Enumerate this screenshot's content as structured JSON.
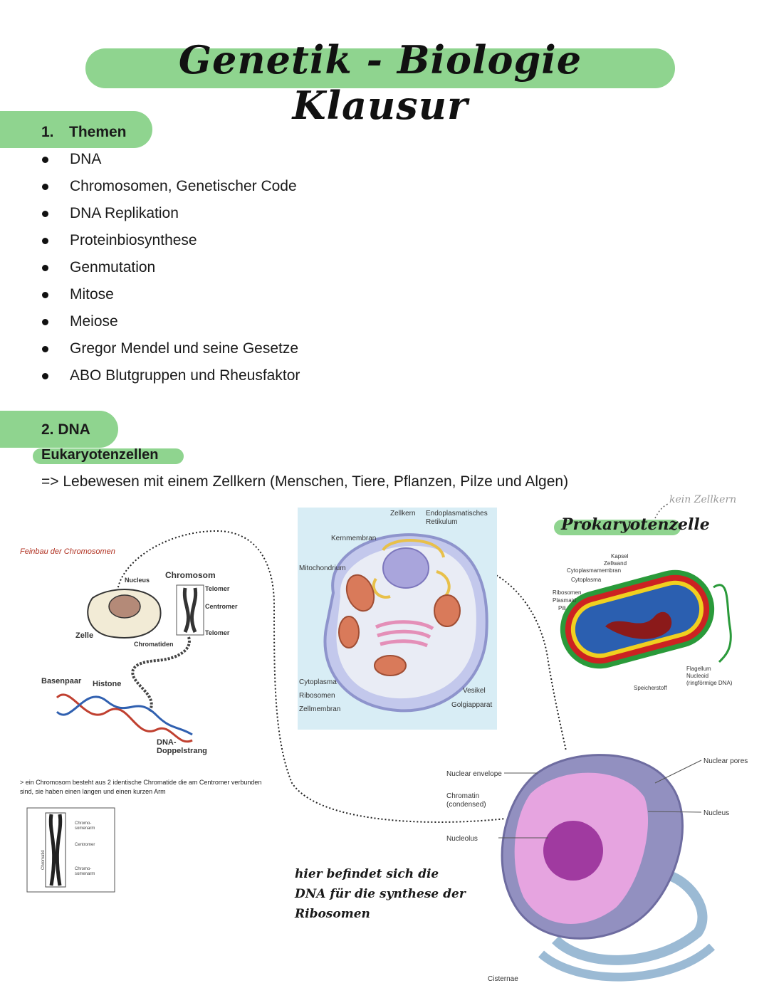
{
  "title": "Genetik - Biologie Klausur",
  "section1": {
    "number": "1.",
    "label": "Themen"
  },
  "topics": [
    "DNA",
    "Chromosomen, Genetischer Code",
    "DNA Replikation",
    "Proteinbiosynthese",
    "Genmutation",
    "Mitose",
    "Meiose",
    "Gregor Mendel und seine Gesetze",
    "ABO Blutgruppen und Rheusfaktor"
  ],
  "section2": {
    "label": "2. DNA"
  },
  "eukaryoten": {
    "heading": "Eukaryotenzellen",
    "text": "=> Lebewesen mit einem Zellkern (Menschen, Tiere, Pflanzen, Pilze und Algen)"
  },
  "chromosome_figure": {
    "title": "Feinbau der Chromosomen",
    "labels": {
      "nucleus": "Nucleus",
      "chromosom": "Chromosom",
      "telomer1": "Telomer",
      "centromer": "Centromer",
      "telomer2": "Telomer",
      "zelle": "Zelle",
      "chromatiden": "Chromatiden",
      "basenpaar": "Basenpaar",
      "histone": "Histone",
      "dna1": "DNA-",
      "dna2": "Doppelstrang"
    },
    "note1": "> ein Chromosom besteht aus 2 identische Chromatide die am Centromer verbunden",
    "note2": "sind, sie haben einen langen und einen kurzen Arm",
    "small_labels": {
      "arm1a": "Chromo-",
      "arm1b": "somenarm",
      "centromer": "Centromer",
      "arm2a": "Chromo-",
      "arm2b": "somenarm",
      "chromatid": "Chromatid"
    }
  },
  "cell_figure": {
    "labels": {
      "zellkern": "Zellkern",
      "er1": "Endoplasmatisches",
      "er2": "Retikulum",
      "kernmembran": "Kernmembran",
      "mito": "Mitochondrium",
      "cyto": "Cytoplasma",
      "ribo": "Ribosomen",
      "zellmem": "Zellmembran",
      "vesikel": "Vesikel",
      "golgi": "Golgiapparat"
    }
  },
  "prokaryote": {
    "heading": "Prokaryotenzelle",
    "note": "kein Zellkern",
    "labels": {
      "kapsel": "Kapsel",
      "zellwand": "Zellwand",
      "cytomem": "Cytoplasmamembran",
      "cyto": "Cytoplasma",
      "ribo": "Ribosomen",
      "plasmaid": "Plasmaid",
      "pili": "Pili",
      "flagellum": "Flagellum",
      "nucleoid1": "Nucleoid",
      "nucleoid2": "(ringförmige DNA)",
      "speicher": "Speicherstoff"
    }
  },
  "nucleus_figure": {
    "labels": {
      "envelope": "Nuclear envelope",
      "chromatin1": "Chromatin",
      "chromatin2": "(condensed)",
      "nucleolus": "Nucleolus",
      "pores": "Nuclear pores",
      "nucleus": "Nucleus",
      "cisternae": "Cisternae"
    },
    "handnote": [
      "hier befindet sich die",
      "DNA für die synthese der",
      "Ribosomen"
    ]
  },
  "colors": {
    "accent_green": "#8fd48f"
  }
}
